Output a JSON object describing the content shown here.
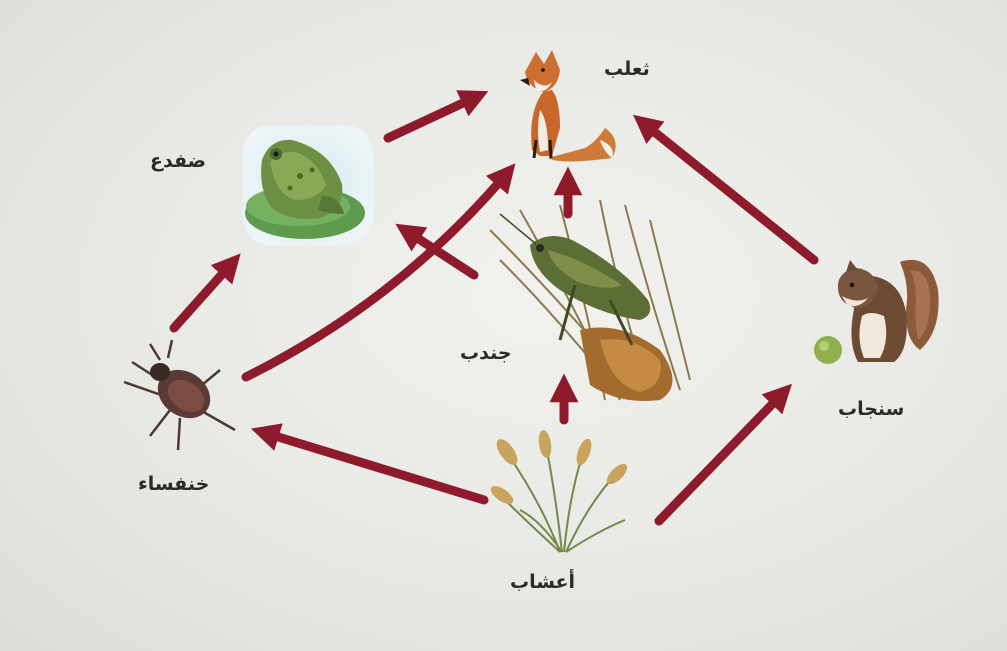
{
  "labels": {
    "fox": "ثعلب",
    "frog": "ضفدع",
    "grasshopper": "جندب",
    "squirrel": "سنجاب",
    "beetle": "خنفساء",
    "grass": "أعشاب"
  },
  "colors": {
    "arrow": "#8e1b2b",
    "background": "#ececea"
  },
  "icons": [
    "fox-icon",
    "frog-icon",
    "grasshopper-icon",
    "squirrel-icon",
    "beetle-icon",
    "grass-icon"
  ]
}
